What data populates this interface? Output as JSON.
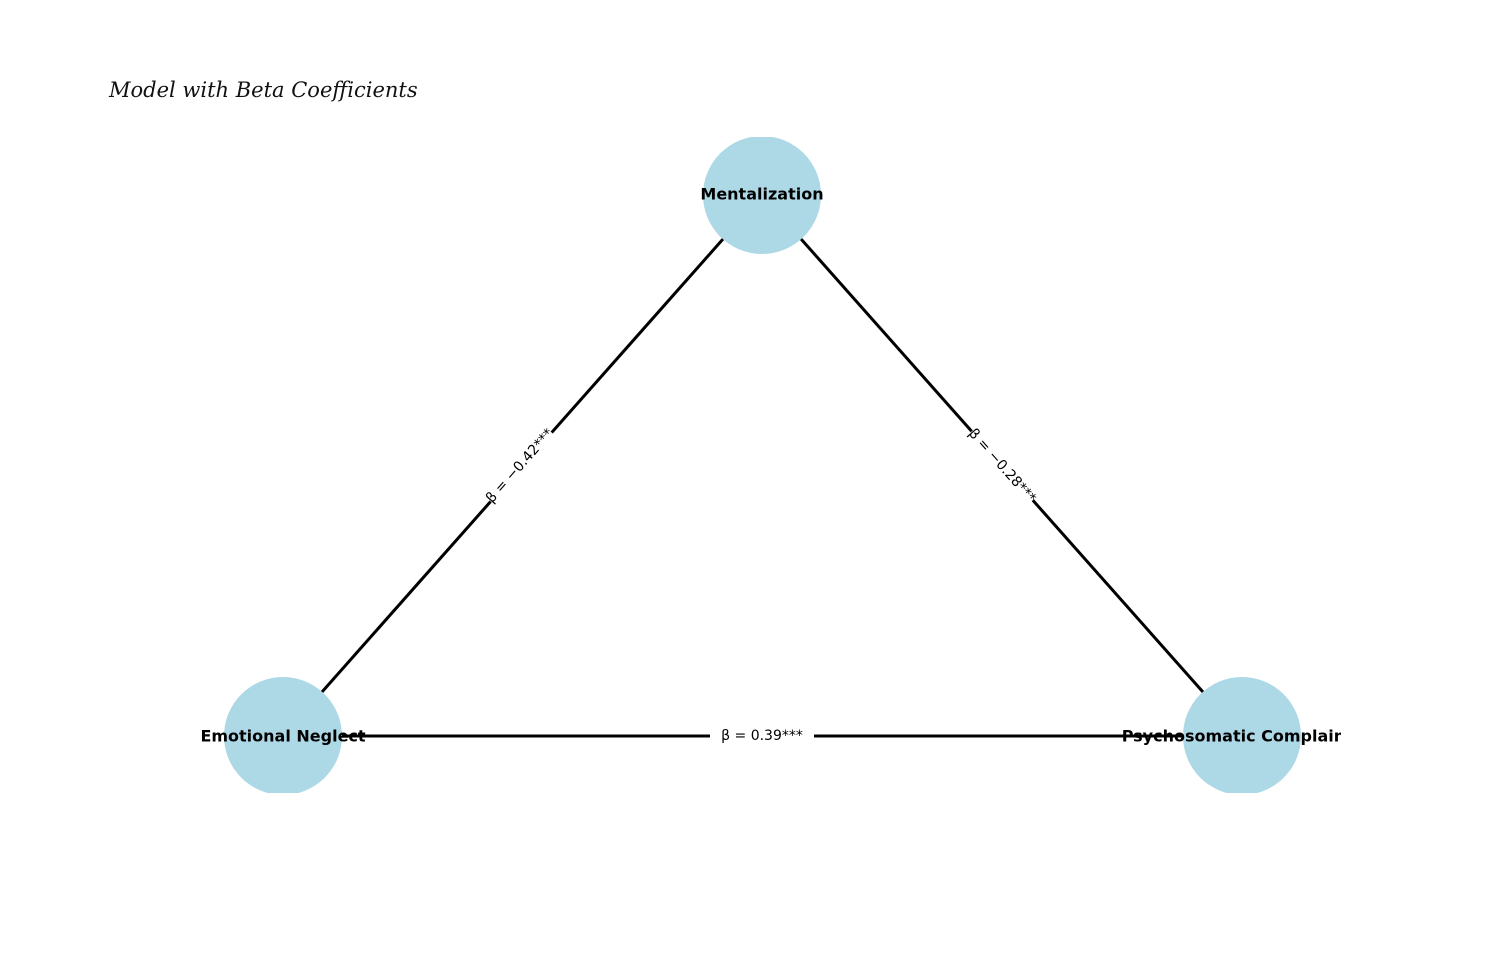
{
  "title": "Model with Beta Coefficients",
  "colors": {
    "node_fill": "#add8e6",
    "edge": "#000000"
  },
  "nodes": {
    "mentalization": "Mentalization",
    "emotional_neglect": "Emotional Neglect",
    "psychosomatic": "Psychosomatic Complaints"
  },
  "edges": {
    "neglect_mentalization": "β = −0.42***",
    "mentalization_psychosomatic": "β = −0.28***",
    "neglect_psychosomatic": "β = 0.39***"
  }
}
